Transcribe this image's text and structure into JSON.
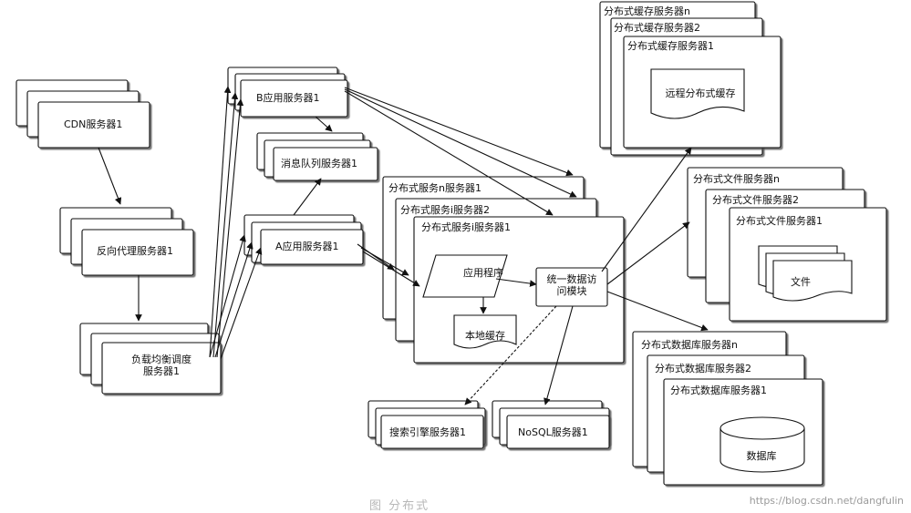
{
  "nodes": {
    "cdn": "CDN服务器1",
    "reverse_proxy": "反向代理服务器1",
    "load_balancer": "负载均衡调度\n服务器1",
    "app_b": "B应用服务器1",
    "mq": "消息队列服务器1",
    "app_a": "A应用服务器1",
    "svc_n": "分布式服务n服务器1",
    "svc_2": "分布式服务i服务器2",
    "svc_1": "分布式服务i服务器1",
    "app_program": "应用程序",
    "local_cache": "本地缓存",
    "data_access": "统一数据访\n问模块",
    "search": "搜索引擎服务器1",
    "nosql": "NoSQL服务器1",
    "cache_n": "分布式缓存服务器n",
    "cache_2": "分布式缓存服务器2",
    "cache_1": "分布式缓存服务器1",
    "remote_cache": "远程分布式缓存",
    "file_n": "分布式文件服务器n",
    "file_2": "分布式文件服务器2",
    "file_1": "分布式文件服务器1",
    "file": "文件",
    "db_n": "分布式数据库服务器n",
    "db_2": "分布式数据库服务器2",
    "db_1": "分布式数据库服务器1",
    "database": "数据库"
  },
  "watermark": "https://blog.csdn.net/dangfulin",
  "caption": "图  分布式"
}
